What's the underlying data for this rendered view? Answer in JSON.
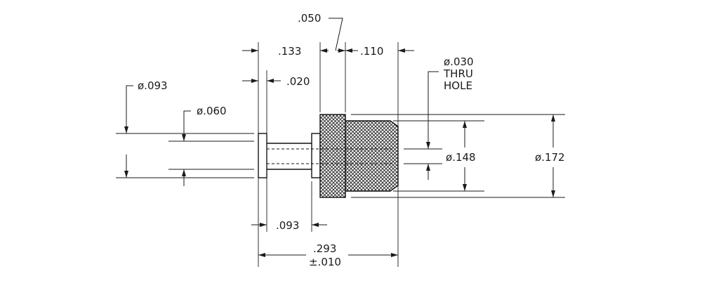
{
  "dimensions": {
    "d050": ".050",
    "d133": ".133",
    "d110": ".110",
    "d020": ".020",
    "dia093": "ø.093",
    "dia060": "ø.060",
    "dia030_line1": "ø.030",
    "dia030_line2": "THRU",
    "dia030_line3": "HOLE",
    "dia148": "ø.148",
    "dia172": "ø.172",
    "len093": ".093",
    "len293": ".293",
    "tol293": "±.010"
  }
}
